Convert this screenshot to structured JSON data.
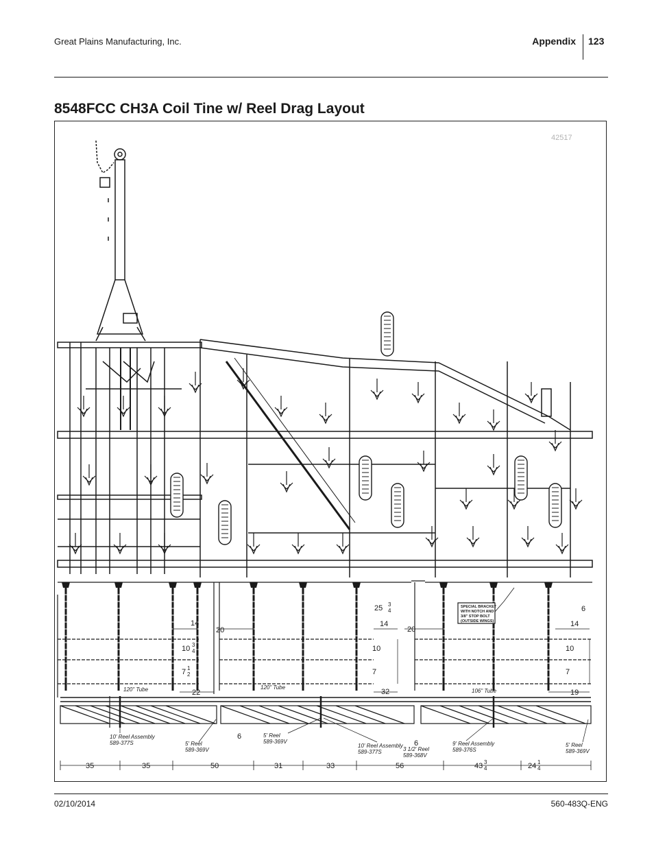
{
  "header": {
    "company": "Great Plains Manufacturing, Inc.",
    "section": "Appendix",
    "page_number": "123"
  },
  "title": "8548FCC CH3A Coil Tine w/ Reel Drag Layout",
  "figure": {
    "figure_id": "42517",
    "note_lines": [
      "SPECIAL BRACKET",
      "WITH NOTCH AND",
      "3/8\" STOP BOLT",
      "(OUTSIDE WINGS)"
    ],
    "tube_labels": [
      "120\" Tube",
      "120\" Tube",
      "106\" Tube"
    ],
    "reel_callouts": [
      {
        "name": "10' Reel Assembly",
        "part": "589-377S"
      },
      {
        "name": "5' Reel",
        "part": "589-369V"
      },
      {
        "name": "5' Reel",
        "part": "589-369V"
      },
      {
        "name": "10' Reel Assembly",
        "part": "589-377S"
      },
      {
        "name": "3 1/2' Reel",
        "part": "589-368V"
      },
      {
        "name": "9' Reel Assembly",
        "part": "589-376S"
      },
      {
        "name": "5' Reel",
        "part": "589-369V"
      }
    ],
    "dims_upper": {
      "d14a": "14",
      "d20a": "20",
      "d22": "22",
      "d25": "25",
      "d14b": "14",
      "d20b": "20",
      "d32": "32",
      "d6a": "6",
      "d14c": "14",
      "d19": "19",
      "d10a": "10",
      "d7a": "7",
      "d10b": "10",
      "d7b": "7",
      "d10c": "10",
      "d7c": "7"
    },
    "frac": {
      "n3": "3",
      "d4": "4",
      "n1": "1",
      "d2": "2"
    },
    "dims_mid": {
      "d6b": "6",
      "d6c": "6"
    },
    "dims_bottom": {
      "b1": "35",
      "b2": "35",
      "b3": "50",
      "b4": "31",
      "b5": "33",
      "b6": "56",
      "b7": "43",
      "b8": "24"
    }
  },
  "footer": {
    "date": "02/10/2014",
    "doc_number": "560-483Q-ENG"
  }
}
